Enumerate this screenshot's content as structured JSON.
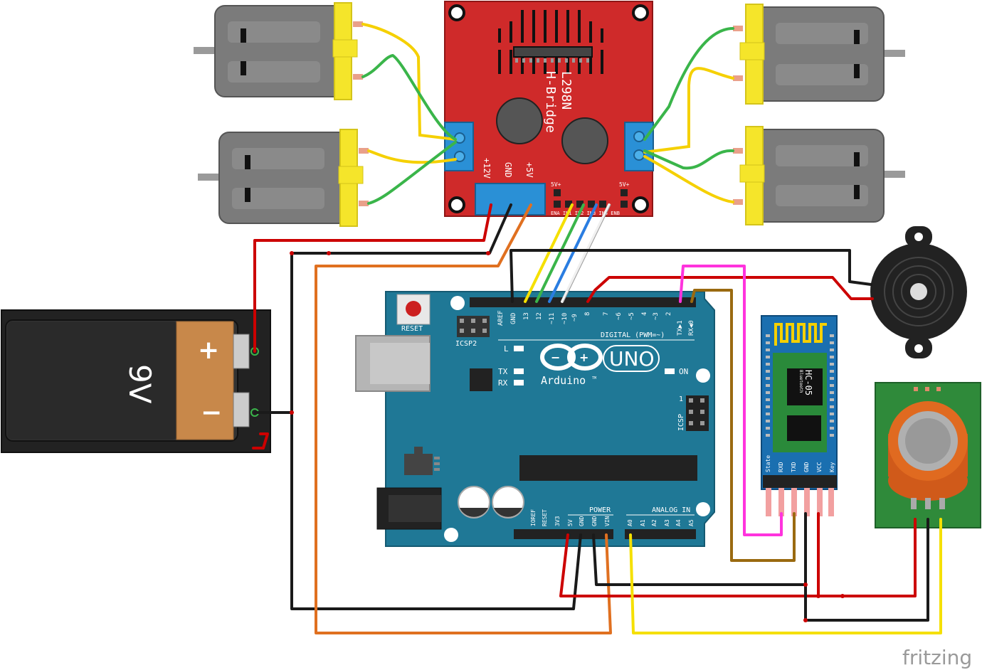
{
  "driver": {
    "model": "L298N",
    "type": "H-Bridge",
    "power_labels": [
      "+12V",
      "GND",
      "+5V"
    ],
    "vplus_label": "5V+",
    "enable_pins": "ENA IN1 IN2 IN3 IN4 ENB"
  },
  "battery": {
    "label": "9V",
    "plus": "+",
    "minus": "−"
  },
  "arduino": {
    "reset": "RESET",
    "icsp2": "ICSP2",
    "icsp": "ICSP",
    "digital_label": "DIGITAL (PWM=~)",
    "digital_pins": [
      "AREF",
      "GND",
      "13",
      "12",
      "~11",
      "~10",
      "~9",
      "8",
      "7",
      "~6",
      "~5",
      "4",
      "~3",
      "2",
      "TX▶1",
      "RX◀0"
    ],
    "led_l": "L",
    "led_tx": "TX",
    "led_rx": "RX",
    "on": "ON",
    "brand": "Arduino",
    "tm": "TM",
    "model": "UNO",
    "power_label": "POWER",
    "power_pins": [
      "IOREF",
      "RESET",
      "3V3",
      "5V",
      "GND",
      "GND",
      "VIN"
    ],
    "analog_label": "ANALOG IN",
    "analog_pins": [
      "A0",
      "A1",
      "A2",
      "A3",
      "A4",
      "A5"
    ],
    "icsp_one": "1"
  },
  "bluetooth": {
    "model": "HC-05",
    "sub": "Bluetooth",
    "pins": [
      "State",
      "RXD",
      "TXD",
      "GND",
      "VCC",
      "Key"
    ]
  },
  "watermark": "fritzing",
  "colors": {
    "driver_board": "#cf2a2a",
    "arduino_board": "#1f7896",
    "bluetooth_board": "#1a6fb0",
    "sensor_board": "#2f8a3a",
    "motor_cap": "#f5e52a",
    "wire_red": "#cc0000",
    "wire_black": "#1a1a1a",
    "wire_orange": "#e07020",
    "wire_yellow": "#f5e000",
    "wire_green": "#3ab54a",
    "wire_blue": "#2a7de1",
    "wire_white": "#f0f0f0",
    "wire_pink": "#ff33dd",
    "wire_brown": "#9a6a10"
  }
}
